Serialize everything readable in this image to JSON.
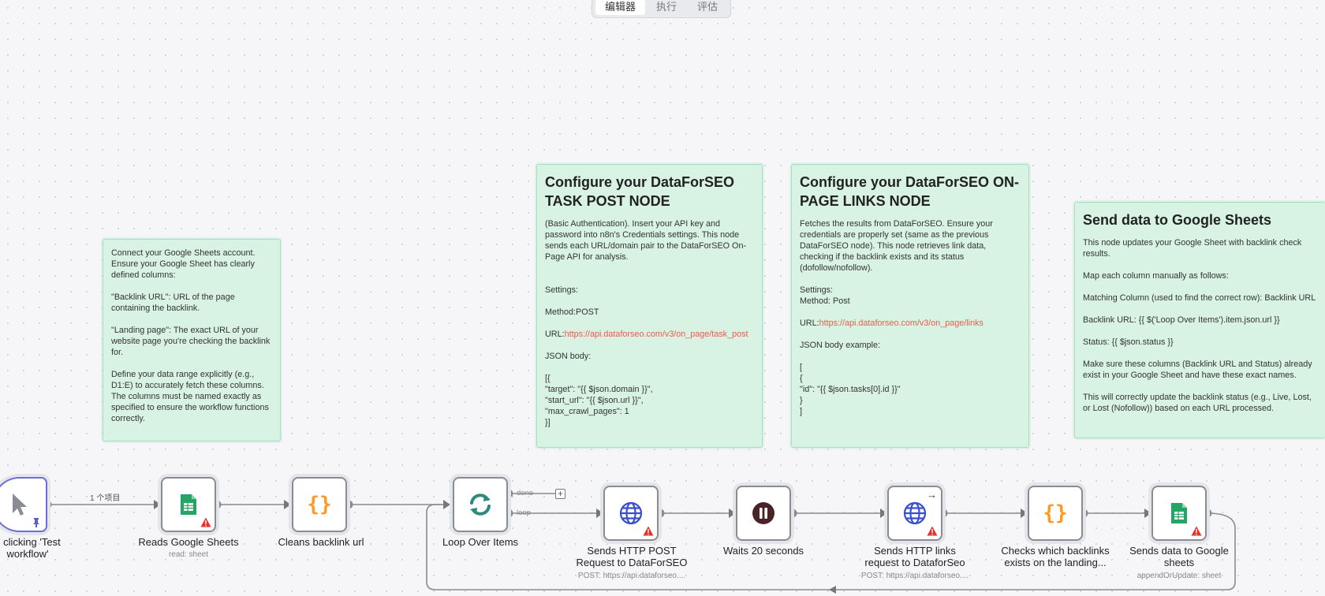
{
  "tabs": [
    "编辑器",
    "执行",
    "评估"
  ],
  "notes": {
    "sheets_setup": {
      "title": "",
      "body": "Connect your Google Sheets account. Ensure your Google Sheet has clearly defined columns:\n\n\"Backlink URL\": URL of the page containing the backlink.\n\n\"Landing page\": The exact URL of your website page you're checking the backlink for.\n\nDefine your data range explicitly (e.g., D1:E) to accurately fetch these columns. The columns must be named exactly as specified to ensure the workflow functions correctly."
    },
    "task_post": {
      "title": "Configure your DataForSEO TASK POST NODE",
      "intro": "(Basic Authentication). Insert your API key and password into n8n's Credentials settings. This node sends each URL/domain pair to the DataForSEO On-Page API for analysis.\n\n\nSettings:\n\nMethod:POST\n\nURL:",
      "url": "https://api.dataforseo.com/v3/on_page/task_post",
      "rest": "\n\nJSON body:\n\n[{\n\"target\": \"{{ $json.domain }}\",\n\"start_url\": \"{{ $json.url }}\",\n\"max_crawl_pages\": 1\n}]"
    },
    "links": {
      "title": "Configure your DataForSEO ON-PAGE LINKS NODE",
      "intro": "Fetches the results from DataForSEO. Ensure your credentials are properly set (same as the previous DataForSEO node). This node retrieves link data, checking if the backlink exists and its status (dofollow/nofollow).\n\nSettings:\nMethod: Post\n\nURL:",
      "url": "https://api.dataforseo.com/v3/on_page/links",
      "rest": "\n\nJSON body example:\n\n[\n{\n\"id\": \"{{ $json.tasks[0].id }}\"\n}\n]"
    },
    "send_sheets": {
      "title": "Send data to Google Sheets",
      "body": "This node updates your Google Sheet with backlink check results.\n\nMap each column manually as follows:\n\nMatching Column (used to find the correct row): Backlink URL\n\nBacklink URL: {{ $('Loop Over Items').item.json.url }}\n\nStatus: {{ $json.status }}\n\nMake sure these columns (Backlink URL and Status) already exist in your Google Sheet and have these exact names.\n\nThis will correctly update the backlink status (e.g., Live, Lost, or Lost (Nofollow)) based on each URL processed."
    }
  },
  "nodes": {
    "trigger": {
      "label": "n clicking 'Test\nworkflow'",
      "icon": "pointer-icon"
    },
    "reads_sheets": {
      "label": "Reads Google Sheets",
      "sub": "read: sheet",
      "icon": "google-sheets-icon"
    },
    "cleans_url": {
      "label": "Cleans backlink url",
      "icon": "code-braces-icon"
    },
    "loop": {
      "label": "Loop Over Items",
      "icon": "loop-icon"
    },
    "http_post": {
      "label": "Sends HTTP POST\nRequest to DataForSEO",
      "sub": "POST: https://api.dataforseo....",
      "icon": "globe-icon"
    },
    "wait": {
      "label": "Waits 20 seconds",
      "icon": "pause-icon"
    },
    "http_links": {
      "label": "Sends HTTP links\nrequest to DataforSeo",
      "sub": "POST: https://api.dataforseo....",
      "icon": "globe-icon"
    },
    "checks": {
      "label": "Checks which backlinks\nexists on the landing...",
      "icon": "code-braces-icon"
    },
    "send_sheets": {
      "label": "Sends data to Google\nsheets",
      "sub": "appendOrUpdate: sheet",
      "icon": "google-sheets-icon"
    }
  },
  "edge_labels": {
    "items_count": "1 个项目",
    "done": "done",
    "loop": "loop"
  },
  "colors": {
    "note_bg": "#d8f3e4",
    "note_border": "#a5dfbf",
    "link": "#ea5c4a",
    "sheets_green": "#23a566",
    "braces_orange": "#ff9922",
    "loop_teal": "#2d8a7a",
    "globe_blue": "#3a4fd0",
    "pause_dark": "#4a2329",
    "warn_red": "#e5332a",
    "trigger_border": "#6c6fd6"
  }
}
